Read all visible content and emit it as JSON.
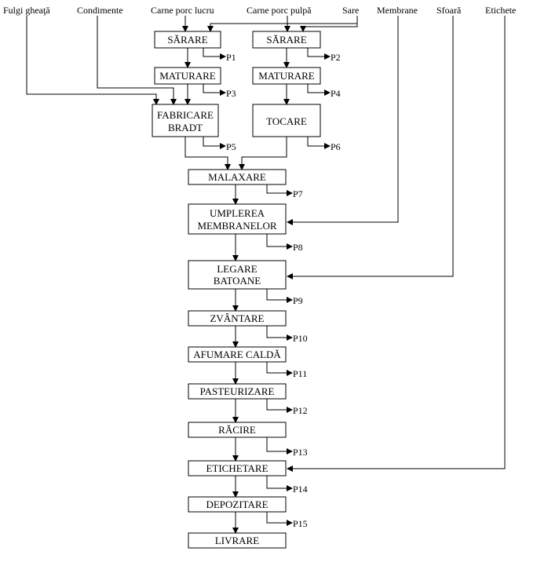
{
  "inputs": {
    "fulgi_gheata": "Fulgi gheaţă",
    "condimente": "Condimente",
    "carne_porc_lucru": "Carne porc lucru",
    "carne_porc_pulpa": "Carne porc pulpă",
    "sare": "Sare",
    "membrane": "Membrane",
    "sfoara": "Sfoară",
    "etichete": "Etichete"
  },
  "steps": {
    "sarare1": "SĂRARE",
    "sarare2": "SĂRARE",
    "maturare1": "MATURARE",
    "maturare2": "MATURARE",
    "fabricare_bradt_1": "FABRICARE",
    "fabricare_bradt_2": "BRADT",
    "tocare": "TOCARE",
    "malaxare": "MALAXARE",
    "umplerea_1": "UMPLEREA",
    "umplerea_2": "MEMBRANELOR",
    "legare_1": "LEGARE",
    "legare_2": "BATOANE",
    "zvantare": "ZVÂNTARE",
    "afumare": "AFUMARE CALDĂ",
    "pasteurizare": "PASTEURIZARE",
    "racire": "RĂCIRE",
    "etichetare": "ETICHETARE",
    "depozitare": "DEPOZITARE",
    "livrare": "LIVRARE"
  },
  "outputs": {
    "p1": "P1",
    "p2": "P2",
    "p3": "P3",
    "p4": "P4",
    "p5": "P5",
    "p6": "P6",
    "p7": "P7",
    "p8": "P8",
    "p9": "P9",
    "p10": "P10",
    "p11": "P11",
    "p12": "P12",
    "p13": "P13",
    "p14": "P14",
    "p15": "P15"
  }
}
